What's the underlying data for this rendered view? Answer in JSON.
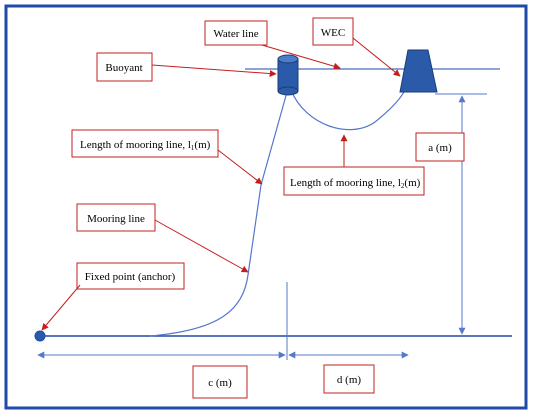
{
  "labels": {
    "water_line": "Water line",
    "wec": "WEC",
    "buoyant": "Buoyant",
    "mooring_length_1_prefix": "Length of mooring line, l",
    "mooring_length_1_sub": "1",
    "mooring_length_1_suffix": "(m)",
    "mooring_length_2_prefix": "Length of mooring line, l",
    "mooring_length_2_sub": "2",
    "mooring_length_2_suffix": "(m)",
    "a_dim": "a (m)",
    "mooring_line": "Mooring line",
    "fixed_point": "Fixed point (anchor)",
    "c_dim": "c (m)",
    "d_dim": "d (m)"
  },
  "colors": {
    "frame": "#1f4aa8",
    "label_border": "#c41f1f",
    "arrow": "#c41f1f",
    "structure": "#1f4aa8",
    "mooring": "#5577cc",
    "buoy_fill": "#2a5aa8",
    "wec_fill": "#2a5aa8"
  }
}
